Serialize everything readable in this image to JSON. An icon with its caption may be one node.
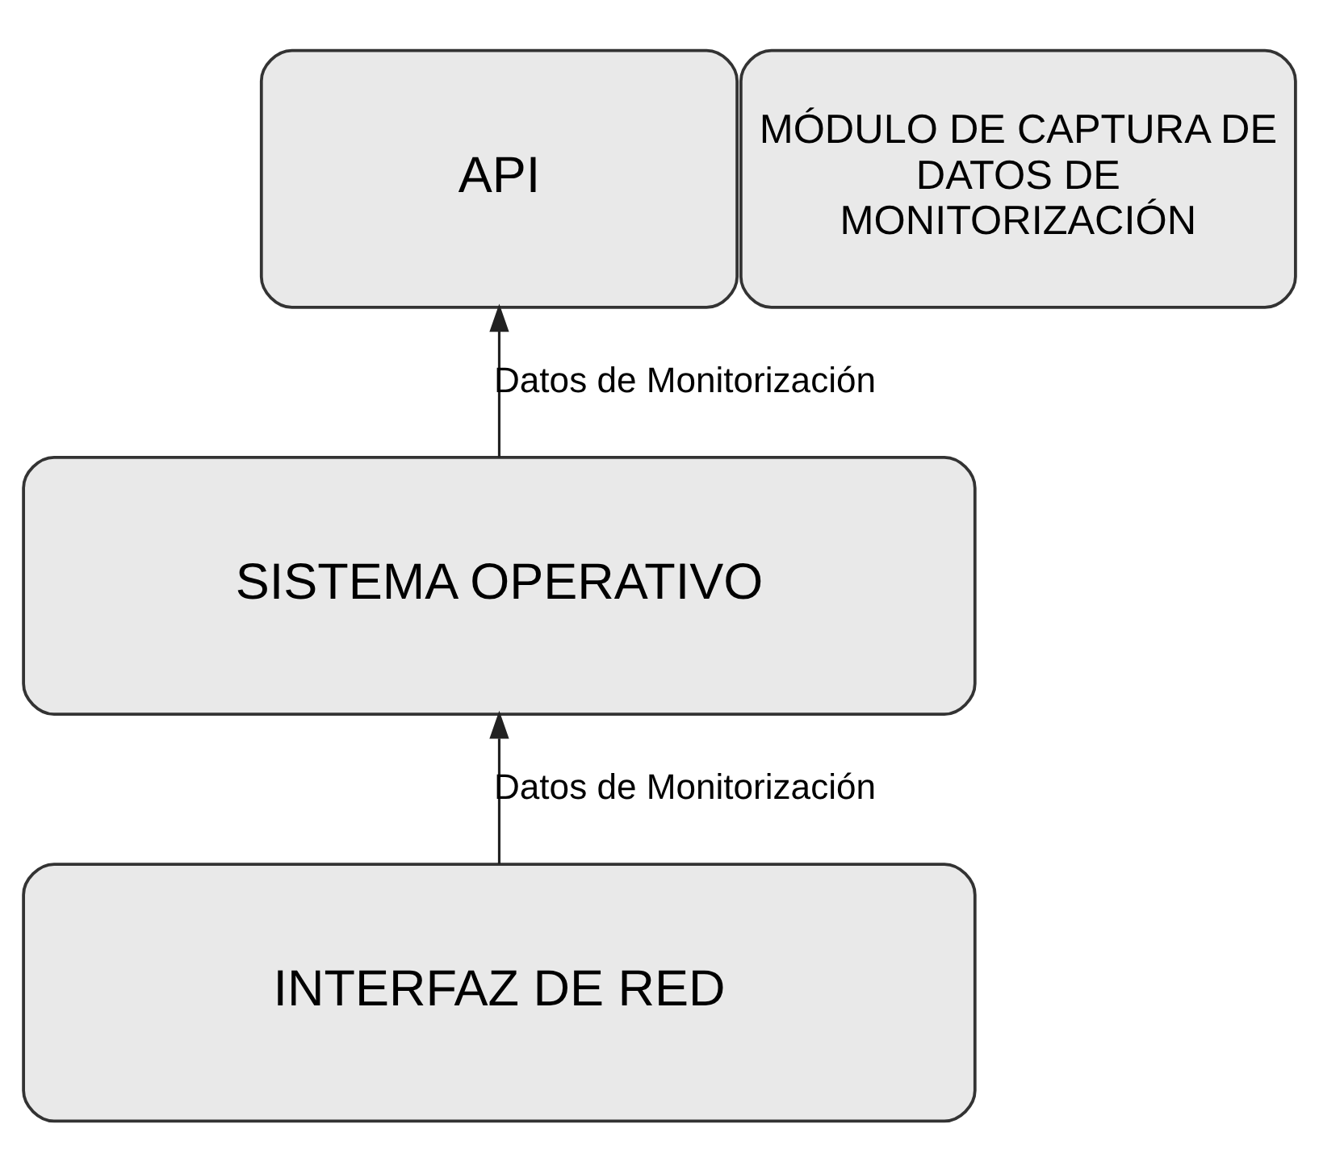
{
  "diagram": {
    "nodes": [
      {
        "text": [
          "API"
        ]
      },
      {
        "text": [
          "MÓDULO DE CAPTURA DE DATOS DE MONITORIZACIÓN"
        ]
      },
      {
        "text": [
          "SISTEMA OPERATIVO"
        ]
      },
      {
        "text": [
          "INTERFAZ DE RED"
        ]
      }
    ],
    "edges": [
      {
        "from": 2,
        "to": 0,
        "arrow": "to",
        "label": "Datos de Monitorización"
      },
      {
        "from": 3,
        "to": 2,
        "arrow": "to",
        "label": "Datos de Monitorización"
      }
    ]
  }
}
